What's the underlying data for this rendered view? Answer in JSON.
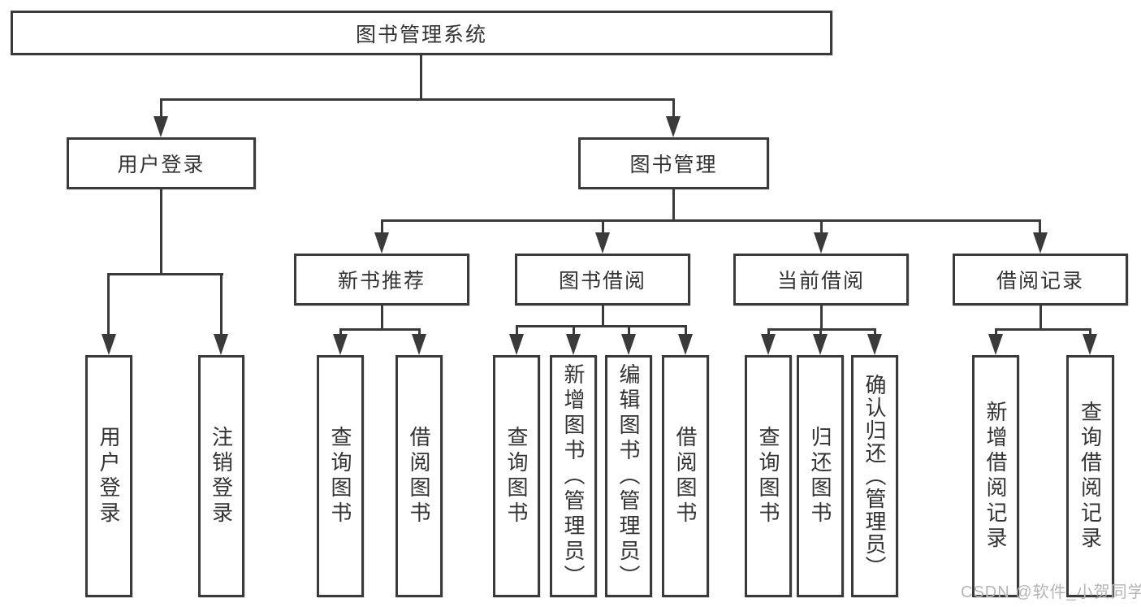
{
  "tree": {
    "root": {
      "label": "图书管理系统",
      "children": [
        {
          "label": "用户登录",
          "children": [
            {
              "label": "用户登录"
            },
            {
              "label": "注销登录"
            }
          ]
        },
        {
          "label": "图书管理",
          "children": [
            {
              "label": "新书推荐",
              "children": [
                {
                  "label": "查询图书"
                },
                {
                  "label": "借阅图书"
                }
              ]
            },
            {
              "label": "图书借阅",
              "children": [
                {
                  "label": "查询图书"
                },
                {
                  "label": "新增图书（管理员）"
                },
                {
                  "label": "编辑图书（管理员）"
                },
                {
                  "label": "借阅图书"
                }
              ]
            },
            {
              "label": "当前借阅",
              "children": [
                {
                  "label": "查询图书"
                },
                {
                  "label": "归还图书"
                },
                {
                  "label": "确认归还（管理员）"
                }
              ]
            },
            {
              "label": "借阅记录",
              "children": [
                {
                  "label": "新增借阅记录"
                },
                {
                  "label": "查询借阅记录"
                }
              ]
            }
          ]
        }
      ]
    }
  },
  "watermark": {
    "text": "CSDN @软件_小贺同学"
  },
  "colors": {
    "line": "#3a3a3a",
    "text": "#333333",
    "watermark": "#b5b5b5",
    "background": "#ffffff"
  }
}
